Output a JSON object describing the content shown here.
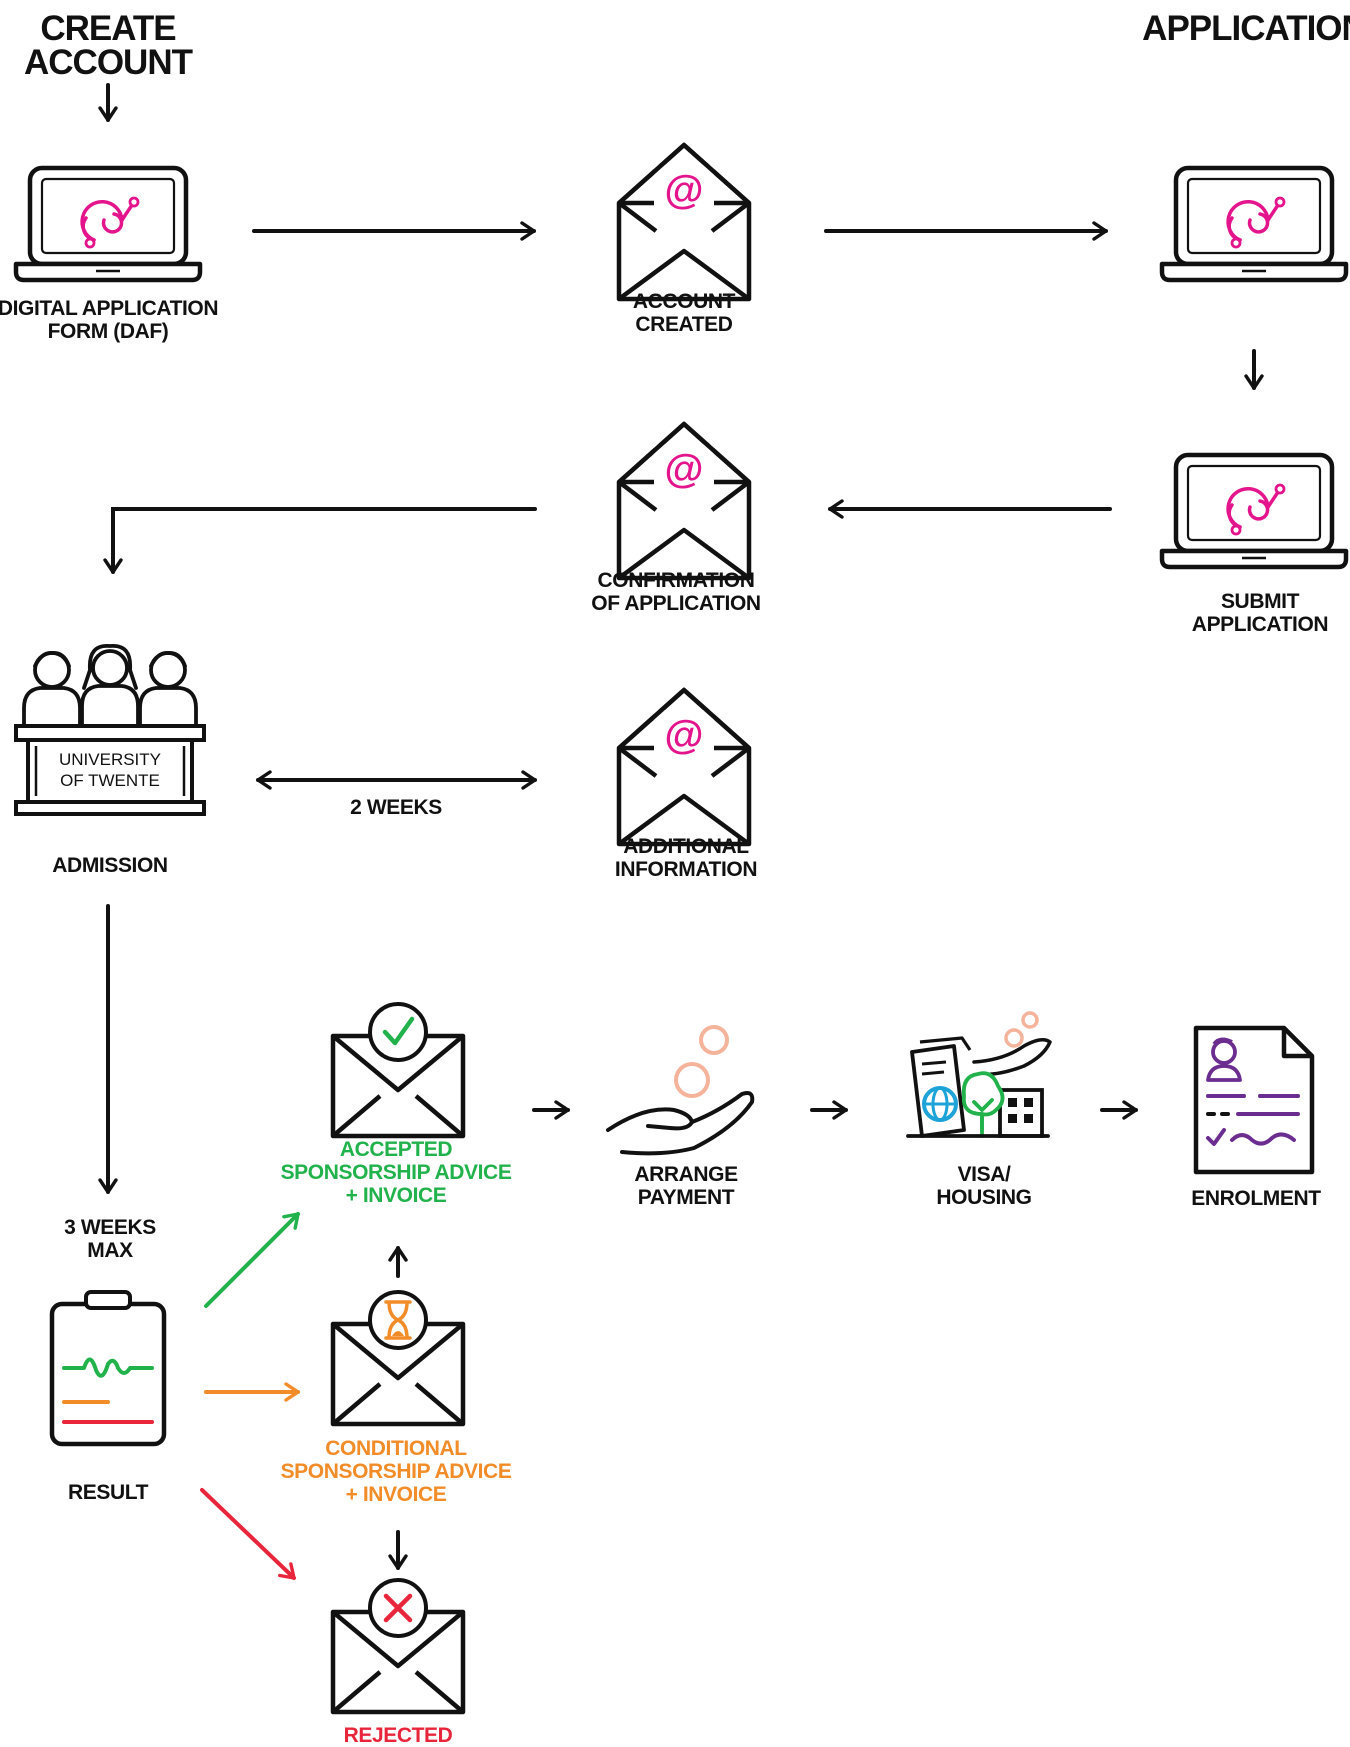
{
  "headings": {
    "create_account": [
      "CREATE",
      "ACCOUNT"
    ],
    "application": "APPLICATION"
  },
  "steps": {
    "daf": [
      "DIGITAL APPLICATION",
      "FORM (DAF)"
    ],
    "account_created": [
      "ACCOUNT",
      "CREATED"
    ],
    "confirmation": [
      "CONFIRMATION",
      "OF APPLICATION"
    ],
    "submit": [
      "SUBMIT",
      "APPLICATION"
    ],
    "admission": "ADMISSION",
    "additional_info": [
      "ADDITIONAL",
      "INFORMATION"
    ],
    "result": "RESULT",
    "accepted": [
      "ACCEPTED",
      "SPONSORSHIP ADVICE",
      "+ INVOICE"
    ],
    "conditional": [
      "CONDITIONAL",
      "SPONSORSHIP ADVICE",
      "+ INVOICE"
    ],
    "rejected": "REJECTED",
    "payment": [
      "ARRANGE",
      "PAYMENT"
    ],
    "visa": [
      "VISA/",
      "HOUSING"
    ],
    "enrolment": "ENROLMENT"
  },
  "university_sign": [
    "UNIVERSITY",
    "OF TWENTE"
  ],
  "durations": {
    "additional_info": "2 WEEKS",
    "result": [
      "3 WEEKS",
      "MAX"
    ]
  },
  "colors": {
    "ink": "#111111",
    "brand_pink": "#e4148c",
    "accepted": "#22b24c",
    "conditional": "#f28c28",
    "rejected": "#e8253a",
    "payment_coin": "#f4b39a",
    "visa_blue": "#1ea3d8",
    "enrolment_purple": "#6b2d90"
  },
  "icons": {
    "laptop": "laptop-daf-icon",
    "envelope": "envelope-at-icon",
    "admission": "admission-committee-icon",
    "result": "result-clipboard-icon",
    "accepted": "envelope-check-icon",
    "conditional": "envelope-hourglass-icon",
    "rejected": "envelope-cross-icon",
    "payment": "hand-coins-icon",
    "visa": "visa-housing-icon",
    "enrolment": "enrolment-document-icon"
  }
}
